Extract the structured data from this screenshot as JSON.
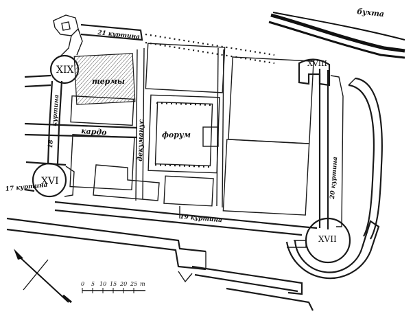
{
  "labels": {
    "bay": "бухта",
    "therms": "термы",
    "forum": "форум",
    "kardo": "кардо",
    "dekumanus": "декуманус",
    "street_21": "21 куртина",
    "street_20": "20 куртина",
    "street_19": "19 куртина",
    "street_18": "18",
    "street_17": "17 куртина",
    "street_v": "куртина"
  },
  "towers": {
    "xix": "XIX",
    "xvi": "XVI",
    "xvii": "XVII",
    "xviii": "XVIII"
  },
  "scale": {
    "ticks": [
      "0",
      "5",
      "10",
      "15",
      "20",
      "25",
      "m"
    ]
  }
}
